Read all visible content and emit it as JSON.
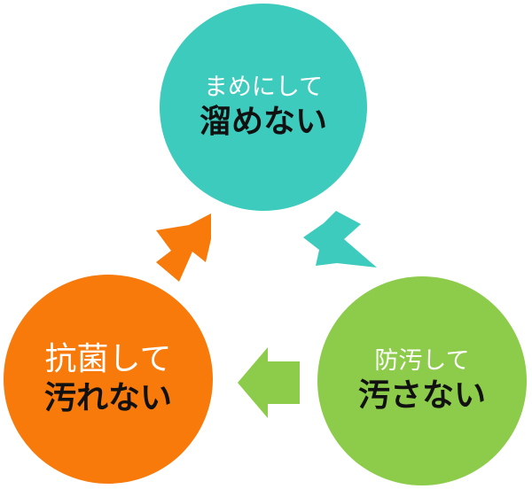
{
  "colors": {
    "top_circle": "#3dcbbd",
    "right_circle": "#8ccc4a",
    "left_circle": "#f77a0b"
  },
  "nodes": {
    "top": {
      "line1": "まめにして",
      "line2": "溜めない"
    },
    "right": {
      "line1": "防汚して",
      "line2": "汚さない"
    },
    "left": {
      "line1": "抗菌して",
      "line2": "汚れない"
    }
  }
}
